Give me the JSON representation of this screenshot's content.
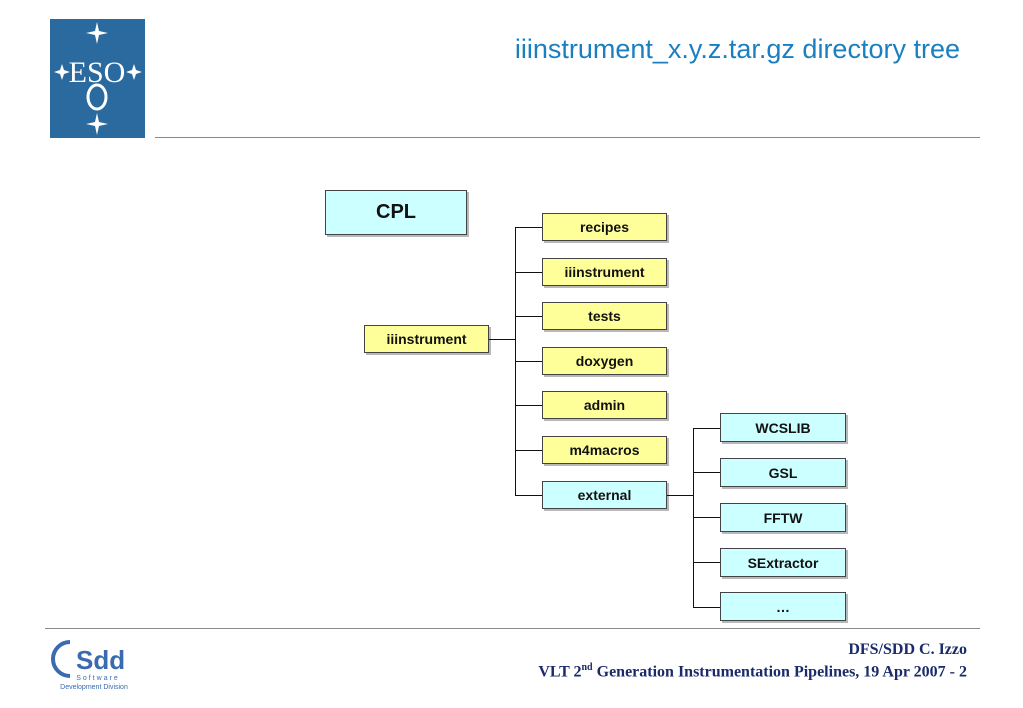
{
  "header": {
    "title": "iiinstrument_x.y.z.tar.gz directory tree"
  },
  "logos": {
    "eso_text": "ESO",
    "sdd_text": "Sdd",
    "sdd_subtitle_1": "Software",
    "sdd_subtitle_2": "Development Division"
  },
  "diagram": {
    "cpl_label": "CPL",
    "root_label": "iiinstrument",
    "children": [
      "recipes",
      "iiinstrument",
      "tests",
      "doxygen",
      "admin",
      "m4macros",
      "external"
    ],
    "external_children": [
      "WCSLIB",
      "GSL",
      "FFTW",
      "SExtractor",
      "…"
    ]
  },
  "footer": {
    "author": "DFS/SDD C. Izzo",
    "event_prefix": "VLT 2",
    "event_sup": "nd",
    "event_suffix": " Generation Instrumentation Pipelines, 19 Apr 2007 - 2"
  },
  "colors": {
    "title": "#1a7fc0",
    "eso_blue": "#2a6a9f",
    "yellow_box": "#ffff99",
    "cyan_box": "#ccffff",
    "footer_text": "#1a2a6a"
  }
}
